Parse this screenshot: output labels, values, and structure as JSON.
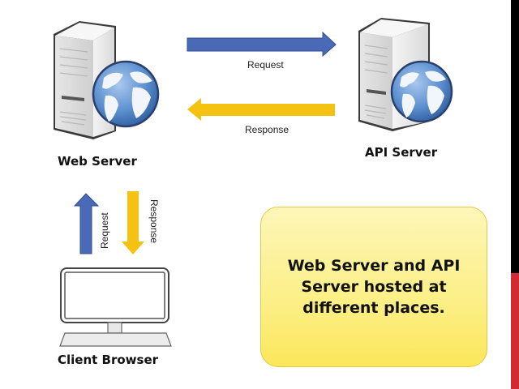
{
  "nodes": {
    "web_server": {
      "label": "Web Server",
      "icon": "server-globe-icon"
    },
    "api_server": {
      "label": "API Server",
      "icon": "server-globe-icon"
    },
    "client_browser": {
      "label": "Client Browser",
      "icon": "monitor-icon"
    }
  },
  "edges": {
    "web_to_api": {
      "label": "Request",
      "direction": "right"
    },
    "api_to_web": {
      "label": "Response",
      "direction": "left"
    },
    "client_to_web": {
      "label": "Request",
      "direction": "up"
    },
    "web_to_client": {
      "label": "Response",
      "direction": "down"
    }
  },
  "note": {
    "text": "Web Server and API Server hosted at different places."
  },
  "colors": {
    "request_arrow": "#4a6ab8",
    "response_arrow": "#f5c211",
    "note_fill": "#fcef86",
    "accent_black": "#000000",
    "accent_red": "#d22a32"
  }
}
